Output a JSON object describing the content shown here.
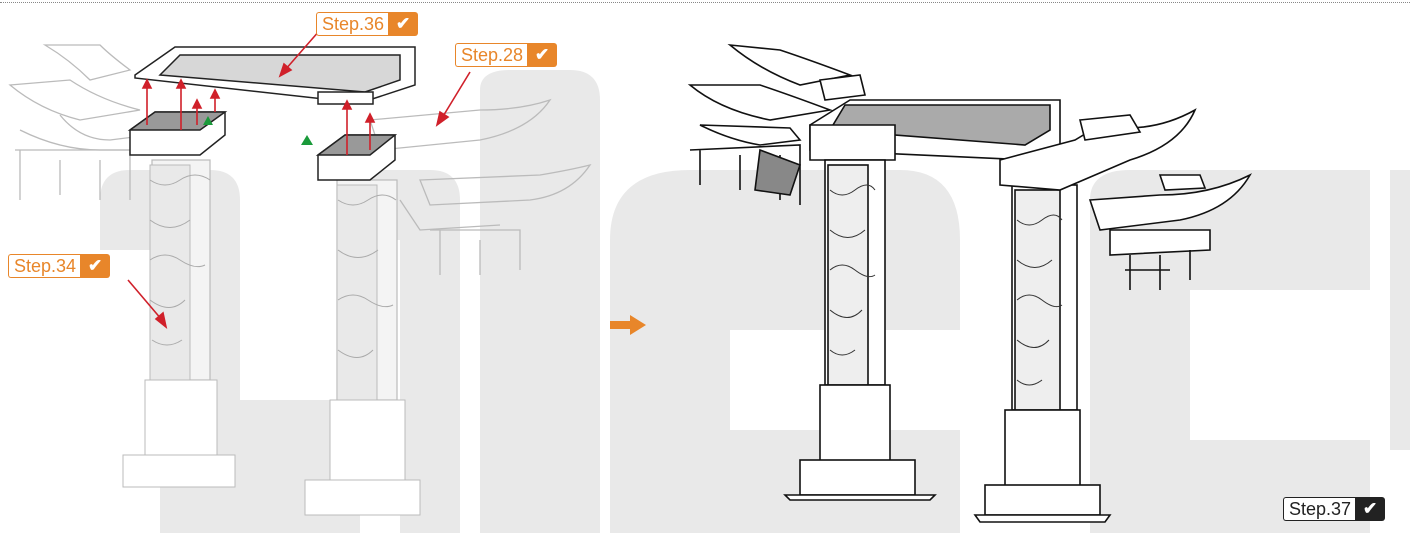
{
  "callouts": {
    "step36": {
      "label": "Step.36",
      "check": "✔"
    },
    "step28": {
      "label": "Step.28",
      "check": "✔"
    },
    "step34": {
      "label": "Step.34",
      "check": "✔"
    },
    "step37": {
      "label": "Step.37",
      "check": "✔"
    }
  },
  "colors": {
    "accent": "#e8862a",
    "arrow_red": "#d0202a",
    "marker_green": "#1a9a3a",
    "watermark": "#e6e6e6"
  },
  "icons": [
    "check-icon",
    "next-arrow-icon",
    "alignment-triangle-icon"
  ]
}
